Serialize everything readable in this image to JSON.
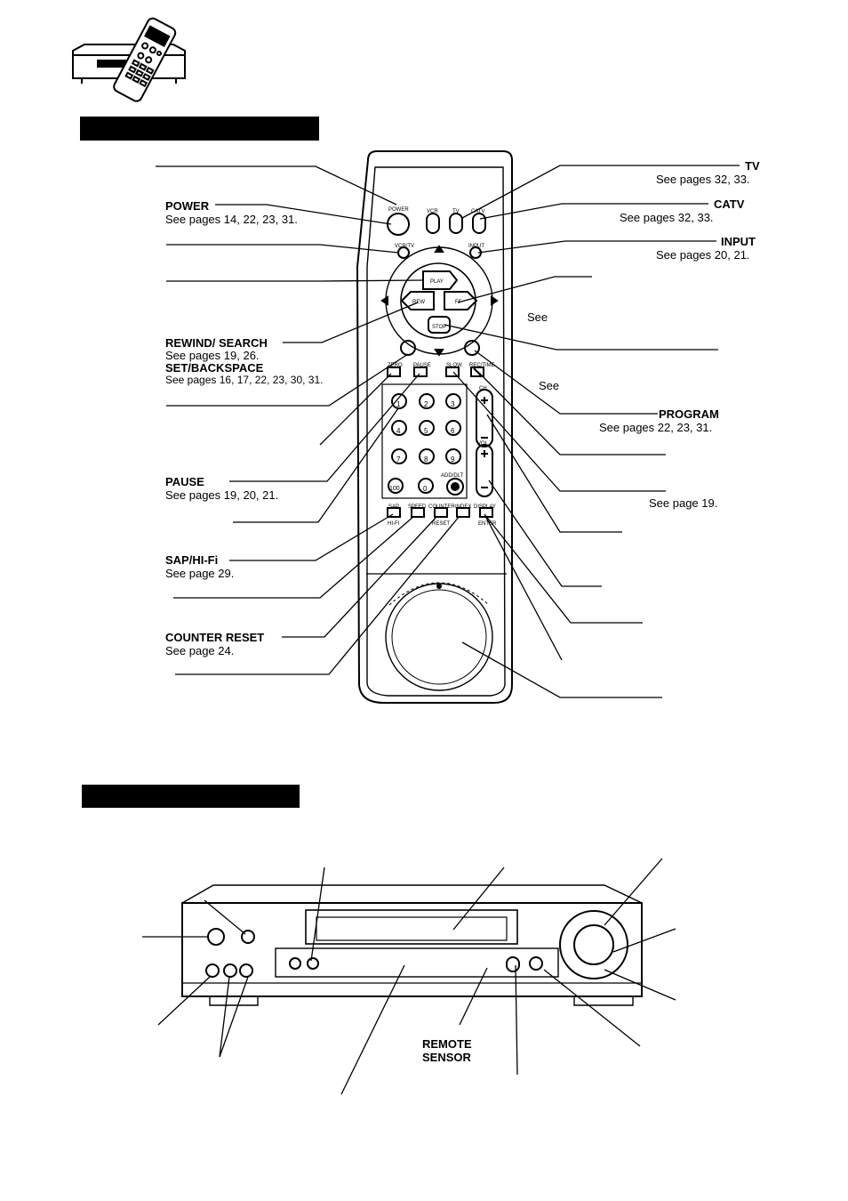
{
  "remote": {
    "left_labels": {
      "power": {
        "title": "POWER",
        "ref": "See pages 14, 22, 23, 31."
      },
      "rewind": {
        "title": "REWIND/ SEARCH",
        "ref": "See pages 19, 26."
      },
      "set": {
        "title": "SET/BACKSPACE",
        "ref": "See pages 16, 17, 22, 23, 30, 31."
      },
      "pause": {
        "title": "PAUSE",
        "ref": "See pages 19, 20, 21."
      },
      "sap": {
        "title": "SAP/HI-Fi",
        "ref": "See page 29."
      },
      "counter_reset": {
        "title": "COUNTER RESET",
        "ref": "See page 24."
      }
    },
    "right_labels": {
      "tv": {
        "title": "TV",
        "ref": "See pages 32, 33."
      },
      "catv": {
        "title": "CATV",
        "ref": "See pages 32, 33."
      },
      "input": {
        "title": "INPUT",
        "ref": "See pages 20, 21."
      },
      "see1": "See",
      "see2": "See",
      "program": {
        "title": "PROGRAM",
        "ref": "See pages 22, 23, 31."
      },
      "see_page_19": "See page 19."
    },
    "buttons": {
      "power": "POWER",
      "vcr": "VCR",
      "tv": "TV",
      "catv": "CATV",
      "vcrtv": "VCR/TV",
      "input": "INPUT",
      "play": "PLAY",
      "rew": "REW",
      "ff": "FF",
      "stop": "STOP",
      "zero": "ZERO",
      "pause": "PAUSE",
      "slow": "SLOW",
      "rectime": "REC/TIME",
      "ch": "CH",
      "vol": "VOL",
      "adddlt": "ADD/DLT",
      "sap": "SAP",
      "speed": "SPEED",
      "counter": "COUNTER",
      "index": "INDEX",
      "display": "DISPLAY",
      "hifi": "HI-FI",
      "reset": "RESET",
      "enter": "ENTER",
      "digits": [
        "1",
        "2",
        "3",
        "4",
        "5",
        "6",
        "7",
        "8",
        "9",
        "100",
        "0"
      ]
    }
  },
  "vcr": {
    "remote_sensor": [
      "REMOTE",
      "SENSOR"
    ]
  }
}
